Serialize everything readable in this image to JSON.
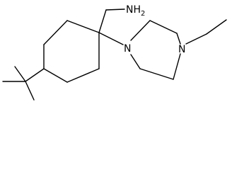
{
  "molecule": {
    "labels": {
      "amine": "NH2",
      "piperazine_n1": "N",
      "piperazine_n4": "N"
    },
    "colors": {
      "bond": "#000000",
      "text": "#000000",
      "background": "#ffffff"
    }
  }
}
